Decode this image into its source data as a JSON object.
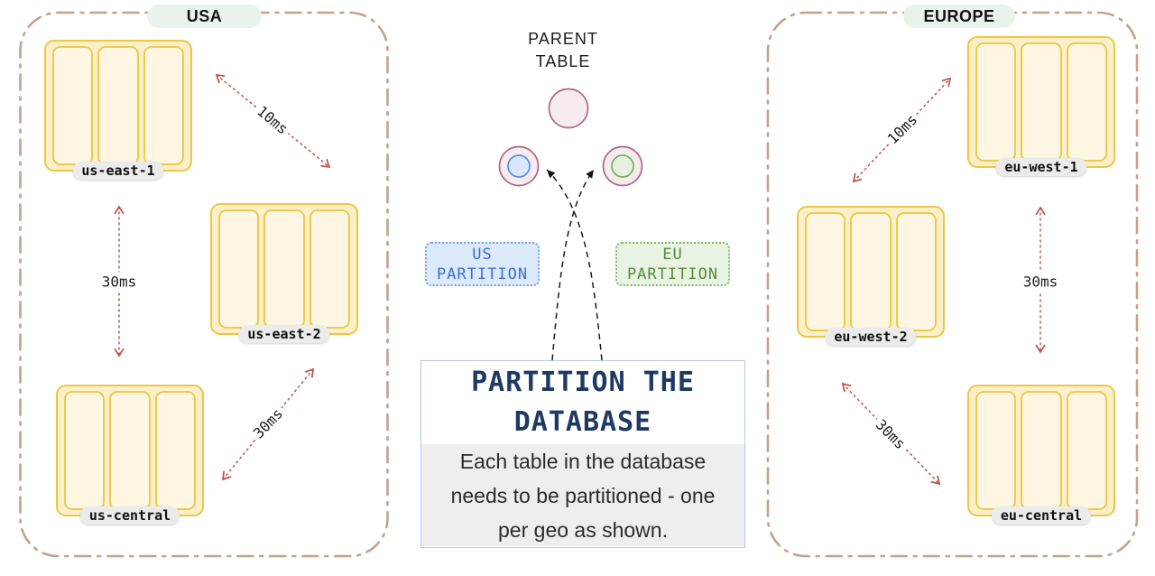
{
  "regions": {
    "usa": {
      "label": "USA",
      "databases": [
        {
          "name": "us-east-1"
        },
        {
          "name": "us-east-2"
        },
        {
          "name": "us-central"
        }
      ],
      "latencies": {
        "east1_east2": "10ms",
        "east1_central": "30ms",
        "central_east2": "30ms"
      }
    },
    "europe": {
      "label": "EUROPE",
      "databases": [
        {
          "name": "eu-west-1"
        },
        {
          "name": "eu-west-2"
        },
        {
          "name": "eu-central"
        }
      ],
      "latencies": {
        "west2_west1": "10ms",
        "west1_central": "30ms",
        "west2_central": "30ms"
      }
    }
  },
  "center": {
    "parent_table_label": "PARENT\nTABLE",
    "us_partition_label": "US\nPARTITION",
    "eu_partition_label": "EU\nPARTITION",
    "info_box": {
      "title": "PARTITION THE\nDATABASE",
      "body": "Each table in the database\nneeds to be partitioned - one\nper geo as shown."
    }
  },
  "colors": {
    "region_border": "#c3a28c",
    "region_pill_bg": "#e9f3ec",
    "arrow_red": "#c05149",
    "db_border": "#edc643",
    "db_fill": "#fcf0ca",
    "db_column_fill": "#fdf6e2",
    "db_label_pill_bg": "#ebebeb",
    "circle_stroke": "#b16687",
    "circle_fill": "#f6ecef",
    "us_inner_circle_stroke": "#5b8ce8",
    "us_inner_circle_fill": "#d9e7fc",
    "eu_inner_circle_stroke": "#79b058",
    "eu_inner_circle_fill": "#e5f1de",
    "partition_us_text": "#3a6fd8",
    "partition_eu_text": "#578b35",
    "info_title_navy": "#1e3a63",
    "info_body_bg": "#efeeee"
  }
}
